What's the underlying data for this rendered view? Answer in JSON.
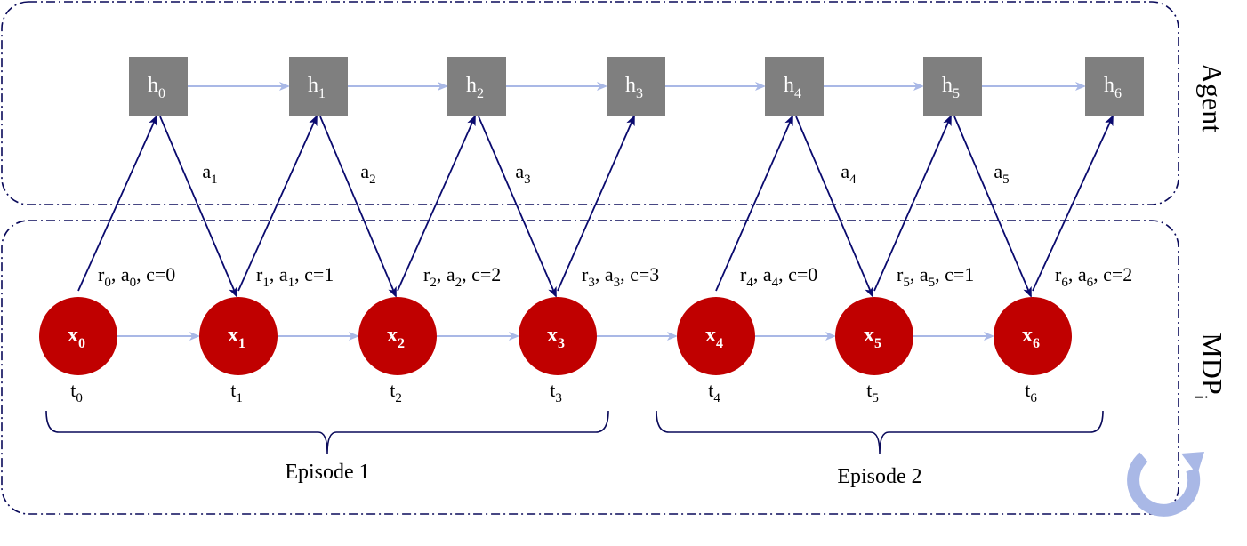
{
  "agent_label": "Agent",
  "mdp_label": {
    "main": "MDP",
    "sub": "i"
  },
  "hidden_nodes": [
    {
      "base": "h",
      "sub": "0"
    },
    {
      "base": "h",
      "sub": "1"
    },
    {
      "base": "h",
      "sub": "2"
    },
    {
      "base": "h",
      "sub": "3"
    },
    {
      "base": "h",
      "sub": "4"
    },
    {
      "base": "h",
      "sub": "5"
    },
    {
      "base": "h",
      "sub": "6"
    }
  ],
  "state_nodes": [
    {
      "base": "x",
      "sub": "0"
    },
    {
      "base": "x",
      "sub": "1"
    },
    {
      "base": "x",
      "sub": "2"
    },
    {
      "base": "x",
      "sub": "3"
    },
    {
      "base": "x",
      "sub": "4"
    },
    {
      "base": "x",
      "sub": "5"
    },
    {
      "base": "x",
      "sub": "6"
    }
  ],
  "time_labels": [
    {
      "base": "t",
      "sub": "0"
    },
    {
      "base": "t",
      "sub": "1"
    },
    {
      "base": "t",
      "sub": "2"
    },
    {
      "base": "t",
      "sub": "3"
    },
    {
      "base": "t",
      "sub": "4"
    },
    {
      "base": "t",
      "sub": "5"
    },
    {
      "base": "t",
      "sub": "6"
    }
  ],
  "action_labels": [
    {
      "base": "a",
      "sub": "1"
    },
    {
      "base": "a",
      "sub": "2"
    },
    {
      "base": "a",
      "sub": "3"
    },
    {
      "base": "a",
      "sub": "4"
    },
    {
      "base": "a",
      "sub": "5"
    }
  ],
  "transition_labels": [
    {
      "r": "0",
      "a": "0",
      "c": "c=0"
    },
    {
      "r": "1",
      "a": "1",
      "c": "c=1"
    },
    {
      "r": "2",
      "a": "2",
      "c": "c=2"
    },
    {
      "r": "3",
      "a": "3",
      "c": "c=3"
    },
    {
      "r": "4",
      "a": "4",
      "c": "c=0"
    },
    {
      "r": "5",
      "a": "5",
      "c": "c=1"
    },
    {
      "r": "6",
      "a": "6",
      "c": "c=2"
    }
  ],
  "episodes": [
    "Episode 1",
    "Episode 2"
  ],
  "colors": {
    "hidden_fill": "#7f7f7f",
    "state_fill": "#c00000",
    "node_text": "#ffffff",
    "chain_arrow": "#a9b8e6",
    "cross_arrow": "#0a0a6e",
    "border": "#0a0a5a",
    "loop_icon": "#a9b8e6",
    "text": "#000000"
  },
  "loop_icon": "refresh-loop-icon"
}
